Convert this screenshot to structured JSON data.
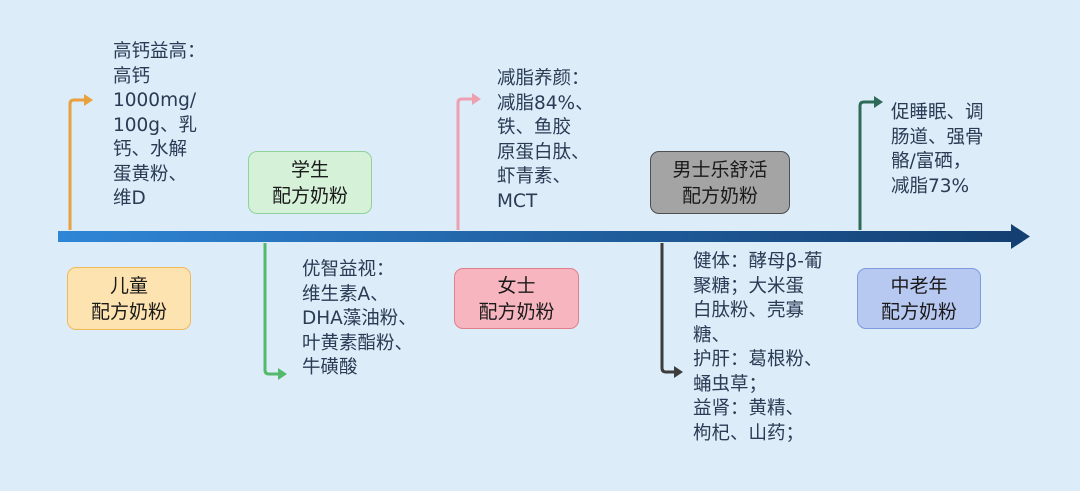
{
  "stages": [
    {
      "id": "children",
      "label_line1": "儿童",
      "label_line2": "配方奶粉",
      "box_fill": "#fde3b0",
      "box_border": "#f0b95a",
      "arrow_color": "#e8a13c",
      "description": "高钙益高：\n高钙\n1000mg/\n100g、乳\n钙、水解\n蛋黄粉、\n维D"
    },
    {
      "id": "student",
      "label_line1": "学生",
      "label_line2": "配方奶粉",
      "box_fill": "#d5f2d9",
      "box_border": "#8fd19b",
      "arrow_color": "#55b96b",
      "description": "优智益视：\n维生素A、\nDHA藻油粉、\n叶黄素酯粉、\n牛磺酸"
    },
    {
      "id": "women",
      "label_line1": "女士",
      "label_line2": "配方奶粉",
      "box_fill": "#f7b6bf",
      "box_border": "#e27f8d",
      "arrow_color": "#ee9fb0",
      "description": "减脂养颜：\n减脂84%、\n铁、鱼胶\n原蛋白肽、\n虾青素、\nMCT"
    },
    {
      "id": "men",
      "label_line1": "男士乐舒活",
      "label_line2": "配方奶粉",
      "box_fill": "#a4a4a4",
      "box_border": "#4f4f4f",
      "arrow_color": "#3d3d3d",
      "description": "健体：酵母β-葡\n聚糖；大米蛋\n白肽粉、壳寡\n糖、\n护肝：葛根粉、\n蛹虫草；\n益肾：黄精、\n枸杞、山药；"
    },
    {
      "id": "elderly",
      "label_line1": "中老年",
      "label_line2": "配方奶粉",
      "box_fill": "#b7c8f1",
      "box_border": "#7f9ae0",
      "arrow_color": "#2e6b56",
      "description": "促睡眠、调\n肠道、强骨\n骼/富硒，\n减脂73%"
    }
  ],
  "colors": {
    "background": "#dcecf8",
    "timeline_start": "#2f86d6",
    "timeline_end": "#143f72"
  }
}
